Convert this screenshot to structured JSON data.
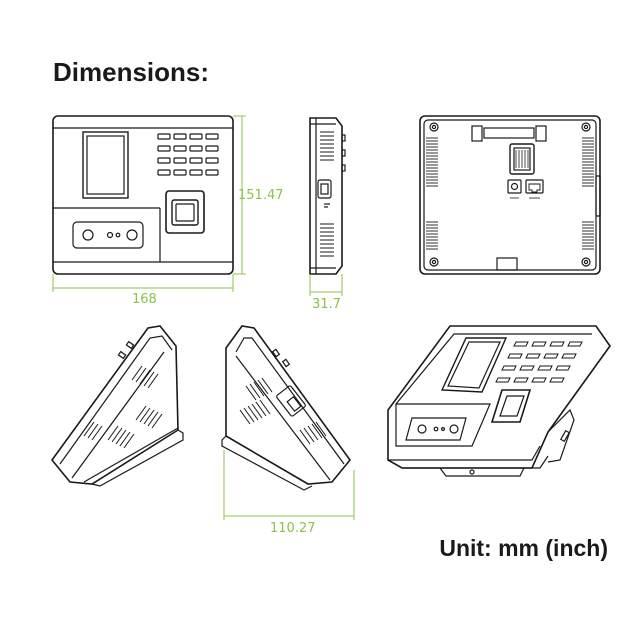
{
  "title": "Dimensions:",
  "unit_note": "Unit: mm (inch)",
  "dimensions": {
    "height": "151.47",
    "width": "168",
    "depth": "31.7",
    "tilt_base_depth": "110.27"
  },
  "colors": {
    "dimension_lines": "#8bc34a",
    "device_outline": "#1a1a1a"
  }
}
